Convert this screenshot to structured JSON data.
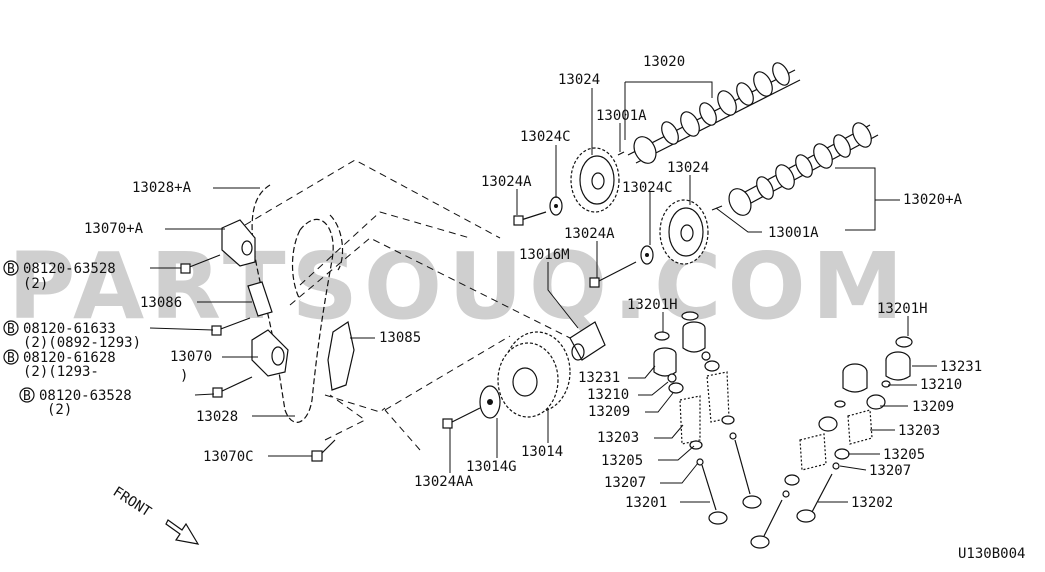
{
  "watermark": "PARTSOUQ.COM",
  "diagram_code": "U130B004",
  "direction_label": "FRONT",
  "labels": {
    "l13020": "13020",
    "l13024_top": "13024",
    "l13001A_top": "13001A",
    "l13024C_top": "13024C",
    "l13024_mid": "13024",
    "l13024A_top": "13024A",
    "l13024C_mid": "13024C",
    "l13020A": "13020+A",
    "l13028A": "13028+A",
    "l13070A": "13070+A",
    "l13024A_mid": "13024A",
    "l13001A_mid": "13001A",
    "l13016M": "13016M",
    "b1_num": "08120-63528",
    "b1_qty": "(2)",
    "l13201H_left": "13201H",
    "l13201H_right": "13201H",
    "l13086": "13086",
    "b2_num": "08120-61633",
    "b2_qty": "(2)(0892-1293)",
    "l13085": "13085",
    "b3_num": "08120-61628",
    "b3_qty": "(2)(1293-",
    "b3_close": ")",
    "l13070": "13070",
    "l13231_right": "13231",
    "l13231_left": "13231",
    "l13210_right": "13210",
    "b4_num": "08120-63528",
    "b4_qty": "(2)",
    "l13210_left": "13210",
    "l13209_right": "13209",
    "l13028": "13028",
    "l13209_left": "13209",
    "l13203_right": "13203",
    "l13203_left": "13203",
    "l13014": "13014",
    "l13205_right": "13205",
    "l13070C": "13070C",
    "l13205_left": "13205",
    "l13014G": "13014G",
    "l13207_right": "13207",
    "l13207_left": "13207",
    "l13024AA": "13024AA",
    "l13201": "13201",
    "l13202": "13202"
  },
  "bolt_marker": "B"
}
